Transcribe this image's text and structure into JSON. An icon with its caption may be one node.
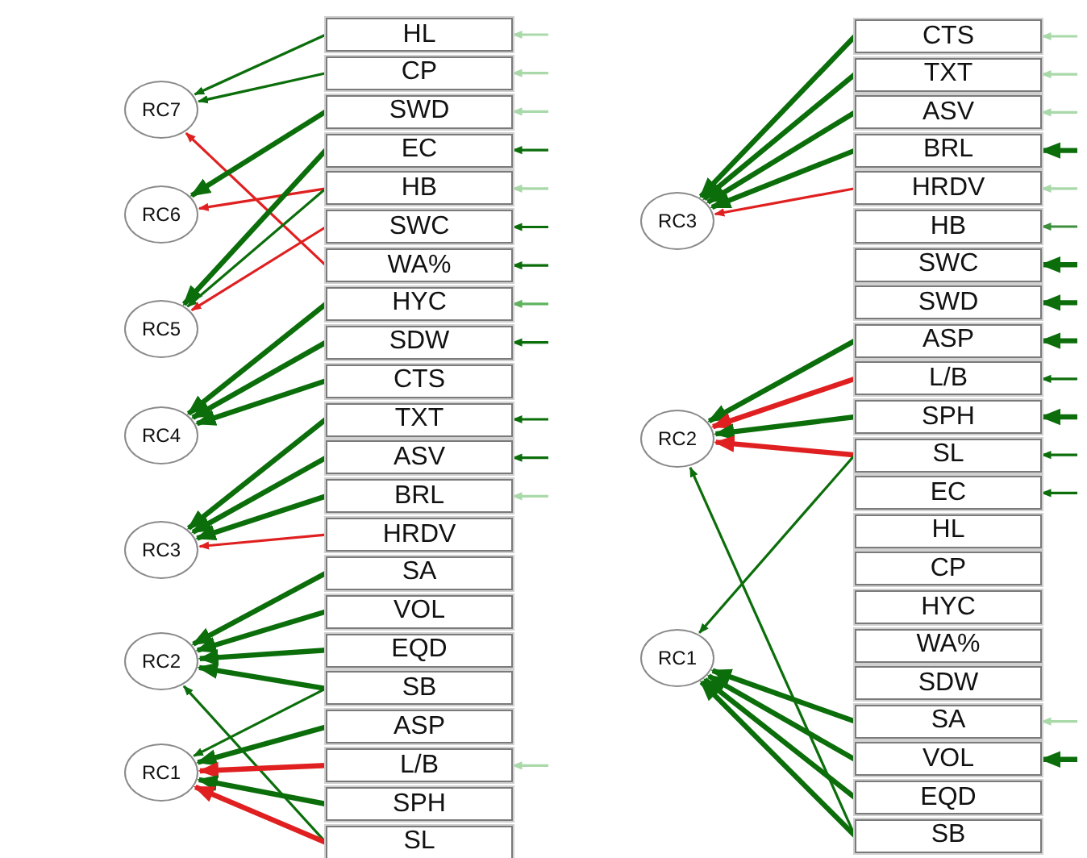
{
  "diagram": {
    "nodes": [
      {
        "text": [
          "RC7"
        ]
      },
      {
        "text": [
          "RC6"
        ]
      },
      {
        "text": [
          "RC5"
        ]
      },
      {
        "text": [
          "RC4"
        ]
      },
      {
        "text": [
          "RC3"
        ]
      },
      {
        "text": [
          "RC2"
        ]
      },
      {
        "text": [
          "RC1"
        ]
      },
      {
        "text": [
          "HL"
        ]
      },
      {
        "text": [
          "CP"
        ]
      },
      {
        "text": [
          "SWD"
        ]
      },
      {
        "text": [
          "EC"
        ]
      },
      {
        "text": [
          "HB"
        ]
      },
      {
        "text": [
          "SWC"
        ]
      },
      {
        "text": [
          "WA%"
        ]
      },
      {
        "text": [
          "HYC"
        ]
      },
      {
        "text": [
          "SDW"
        ]
      },
      {
        "text": [
          "CTS"
        ]
      },
      {
        "text": [
          "TXT"
        ]
      },
      {
        "text": [
          "ASV"
        ]
      },
      {
        "text": [
          "BRL"
        ]
      },
      {
        "text": [
          "HRDV"
        ]
      },
      {
        "text": [
          "SA"
        ]
      },
      {
        "text": [
          "VOL"
        ]
      },
      {
        "text": [
          "EQD"
        ]
      },
      {
        "text": [
          "SB"
        ]
      },
      {
        "text": [
          "ASP"
        ]
      },
      {
        "text": [
          "L/B"
        ]
      },
      {
        "text": [
          "SPH"
        ]
      },
      {
        "text": [
          "SL"
        ]
      },
      {
        "text": [
          "RC3"
        ]
      },
      {
        "text": [
          "RC2"
        ]
      },
      {
        "text": [
          "RC1"
        ]
      },
      {
        "text": [
          "CTS"
        ]
      },
      {
        "text": [
          "TXT"
        ]
      },
      {
        "text": [
          "ASV"
        ]
      },
      {
        "text": [
          "BRL"
        ]
      },
      {
        "text": [
          "HRDV"
        ]
      },
      {
        "text": [
          "HB"
        ]
      },
      {
        "text": [
          "SWC"
        ]
      },
      {
        "text": [
          "SWD"
        ]
      },
      {
        "text": [
          "ASP"
        ]
      },
      {
        "text": [
          "L/B"
        ]
      },
      {
        "text": [
          "SPH"
        ]
      },
      {
        "text": [
          "SL"
        ]
      },
      {
        "text": [
          "EC"
        ]
      },
      {
        "text": [
          "HL"
        ]
      },
      {
        "text": [
          "CP"
        ]
      },
      {
        "text": [
          "HYC"
        ]
      },
      {
        "text": [
          "WA%"
        ]
      },
      {
        "text": [
          "SDW"
        ]
      },
      {
        "text": [
          "SA"
        ]
      },
      {
        "text": [
          "VOL"
        ]
      },
      {
        "text": [
          "EQD"
        ]
      },
      {
        "text": [
          "SB"
        ]
      }
    ],
    "edges": [
      {
        "from": 7,
        "to": 0,
        "arrow": "to"
      },
      {
        "from": 8,
        "to": 0,
        "arrow": "to"
      },
      {
        "from": 13,
        "to": 0,
        "arrow": "to",
        "color": "#e02020"
      },
      {
        "from": 9,
        "to": 1,
        "arrow": "to",
        "style": "thick"
      },
      {
        "from": 11,
        "to": 1,
        "arrow": "to",
        "color": "#e02020"
      },
      {
        "from": 10,
        "to": 2,
        "arrow": "to",
        "style": "thick"
      },
      {
        "from": 11,
        "to": 2,
        "arrow": "to"
      },
      {
        "from": 12,
        "to": 2,
        "arrow": "to",
        "color": "#e02020"
      },
      {
        "from": 14,
        "to": 3,
        "arrow": "to",
        "style": "thick"
      },
      {
        "from": 15,
        "to": 3,
        "arrow": "to",
        "style": "thick"
      },
      {
        "from": 16,
        "to": 3,
        "arrow": "to",
        "style": "thick"
      },
      {
        "from": 17,
        "to": 4,
        "arrow": "to",
        "style": "thick"
      },
      {
        "from": 18,
        "to": 4,
        "arrow": "to",
        "style": "thick"
      },
      {
        "from": 19,
        "to": 4,
        "arrow": "to",
        "style": "thick"
      },
      {
        "from": 20,
        "to": 4,
        "arrow": "to",
        "color": "#e02020"
      },
      {
        "from": 21,
        "to": 5,
        "arrow": "to",
        "style": "thick"
      },
      {
        "from": 22,
        "to": 5,
        "arrow": "to",
        "style": "thick"
      },
      {
        "from": 23,
        "to": 5,
        "arrow": "to",
        "style": "thick"
      },
      {
        "from": 24,
        "to": 5,
        "arrow": "to",
        "style": "thick"
      },
      {
        "from": 28,
        "to": 5,
        "arrow": "to"
      },
      {
        "from": 24,
        "to": 6,
        "arrow": "to"
      },
      {
        "from": 25,
        "to": 6,
        "arrow": "to",
        "style": "thick"
      },
      {
        "from": 26,
        "to": 6,
        "arrow": "to",
        "style": "thick",
        "color": "#e02020"
      },
      {
        "from": 27,
        "to": 6,
        "arrow": "to",
        "style": "thick"
      },
      {
        "from": 28,
        "to": 6,
        "arrow": "to",
        "style": "thick",
        "color": "#e02020"
      },
      {
        "from": 32,
        "to": 29,
        "arrow": "to",
        "style": "thick"
      },
      {
        "from": 33,
        "to": 29,
        "arrow": "to",
        "style": "thick"
      },
      {
        "from": 34,
        "to": 29,
        "arrow": "to",
        "style": "thick"
      },
      {
        "from": 35,
        "to": 29,
        "arrow": "to",
        "style": "thick"
      },
      {
        "from": 36,
        "to": 29,
        "arrow": "to",
        "color": "#e02020"
      },
      {
        "from": 40,
        "to": 30,
        "arrow": "to",
        "style": "thick"
      },
      {
        "from": 41,
        "to": 30,
        "arrow": "to",
        "style": "thick",
        "color": "#e02020"
      },
      {
        "from": 42,
        "to": 30,
        "arrow": "to",
        "style": "thick"
      },
      {
        "from": 43,
        "to": 30,
        "arrow": "to",
        "style": "thick",
        "color": "#e02020"
      },
      {
        "from": 53,
        "to": 30,
        "arrow": "to"
      },
      {
        "from": 43,
        "to": 31,
        "arrow": "to"
      },
      {
        "from": 50,
        "to": 31,
        "arrow": "to",
        "style": "thick"
      },
      {
        "from": 51,
        "to": 31,
        "arrow": "to",
        "style": "thick"
      },
      {
        "from": 52,
        "to": 31,
        "arrow": "to",
        "style": "thick"
      },
      {
        "from": 53,
        "to": 31,
        "arrow": "to",
        "style": "thick"
      },
      {
        "from": null,
        "to": 7,
        "arrow": "to",
        "color": "#a9d9a9"
      },
      {
        "from": null,
        "to": 8,
        "arrow": "to",
        "color": "#a9d9a9"
      },
      {
        "from": null,
        "to": 9,
        "arrow": "to",
        "color": "#a9d9a9"
      },
      {
        "from": null,
        "to": 10,
        "arrow": "to"
      },
      {
        "from": null,
        "to": 11,
        "arrow": "to",
        "color": "#a9d9a9"
      },
      {
        "from": null,
        "to": 12,
        "arrow": "to"
      },
      {
        "from": null,
        "to": 13,
        "arrow": "to"
      },
      {
        "from": null,
        "to": 14,
        "arrow": "to",
        "color": "#5fb35f"
      },
      {
        "from": null,
        "to": 15,
        "arrow": "to"
      },
      {
        "from": null,
        "to": 17,
        "arrow": "to"
      },
      {
        "from": null,
        "to": 18,
        "arrow": "to"
      },
      {
        "from": null,
        "to": 19,
        "arrow": "to",
        "color": "#a9d9a9"
      },
      {
        "from": null,
        "to": 26,
        "arrow": "to",
        "color": "#a9d9a9"
      },
      {
        "from": null,
        "to": 32,
        "arrow": "to",
        "color": "#a9d9a9"
      },
      {
        "from": null,
        "to": 33,
        "arrow": "to",
        "color": "#a9d9a9"
      },
      {
        "from": null,
        "to": 34,
        "arrow": "to",
        "color": "#a9d9a9"
      },
      {
        "from": null,
        "to": 35,
        "arrow": "to",
        "style": "thick"
      },
      {
        "from": null,
        "to": 36,
        "arrow": "to",
        "color": "#a9d9a9"
      },
      {
        "from": null,
        "to": 37,
        "arrow": "to",
        "color": "#3c8f3c"
      },
      {
        "from": null,
        "to": 38,
        "arrow": "to",
        "style": "thick"
      },
      {
        "from": null,
        "to": 39,
        "arrow": "to",
        "style": "thick"
      },
      {
        "from": null,
        "to": 40,
        "arrow": "to",
        "style": "thick"
      },
      {
        "from": null,
        "to": 41,
        "arrow": "to"
      },
      {
        "from": null,
        "to": 42,
        "arrow": "to",
        "style": "thick"
      },
      {
        "from": null,
        "to": 43,
        "arrow": "to"
      },
      {
        "from": null,
        "to": 44,
        "arrow": "to"
      },
      {
        "from": null,
        "to": 50,
        "arrow": "to",
        "color": "#a9d9a9"
      },
      {
        "from": null,
        "to": 51,
        "arrow": "to",
        "style": "thick"
      }
    ]
  }
}
